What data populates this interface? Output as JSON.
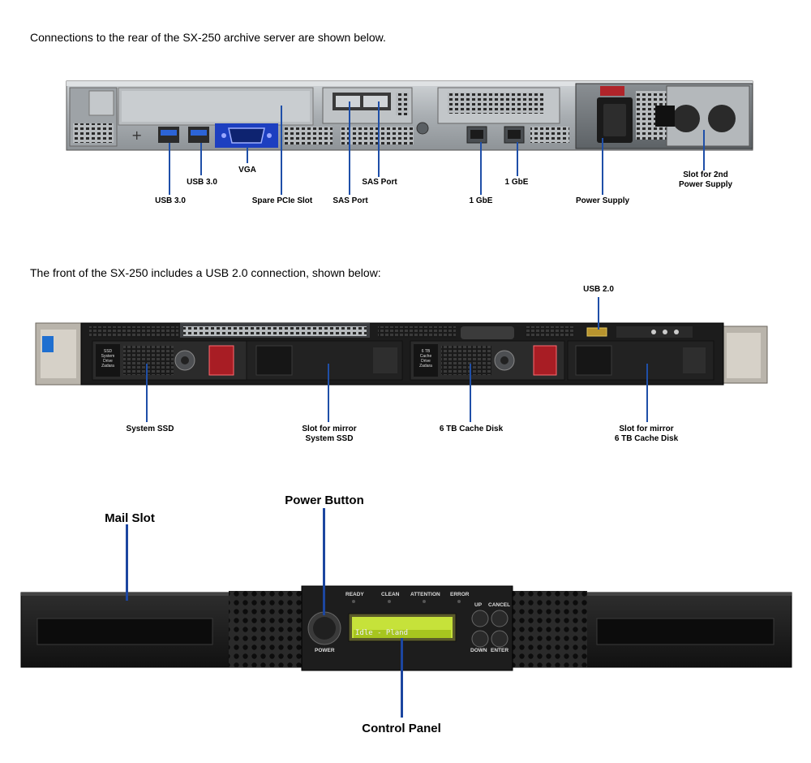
{
  "intro": {
    "rear": "Connections to the rear of the SX-250 archive server are shown below.",
    "front": "The front of the SX-250 includes a USB 2.0 connection, shown below:"
  },
  "rear_labels": {
    "usb30_a": "USB 3.0",
    "usb30_b": "USB 3.0",
    "vga": "VGA",
    "pcie": "Spare PCIe Slot",
    "sas_a": "SAS Port",
    "sas_b": "SAS Port",
    "gbe_a": "1 GbE",
    "gbe_b": "1 GbE",
    "psu": "Power Supply",
    "psu2": "Slot for 2nd\nPower Supply"
  },
  "front_labels": {
    "usb20": "USB 2.0",
    "system_ssd": "System SSD",
    "mirror_ssd": "Slot for mirror\nSystem SSD",
    "cache": "6 TB Cache Disk",
    "mirror_cache": "Slot for mirror\n6 TB Cache Disk"
  },
  "front_drive_tags": {
    "ssd": "SSD\nSystem\nDrive\nZadara",
    "cache": "6 TB\nCache\nDrive\nZadara"
  },
  "library_labels": {
    "mail_slot": "Mail Slot",
    "power_button": "Power Button",
    "control_panel": "Control Panel"
  },
  "library_panel": {
    "ready": "READY",
    "clean": "CLEAN",
    "attention": "ATTENTION",
    "error": "ERROR",
    "power": "POWER",
    "up": "UP",
    "cancel": "CANCEL",
    "down": "DOWN",
    "enter": "ENTER",
    "lcd": "Idle - Pland"
  },
  "colors": {
    "leader": "#1f4fa8",
    "lcd": "#c6e23a"
  }
}
